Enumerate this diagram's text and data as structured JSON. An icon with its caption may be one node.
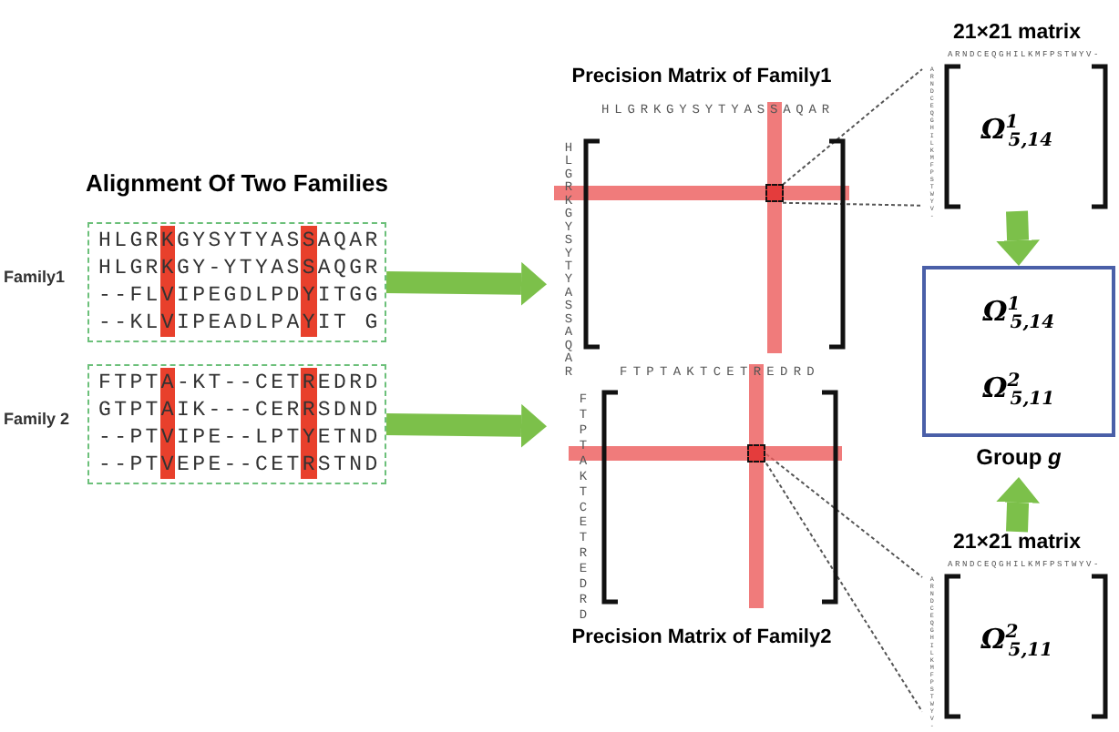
{
  "diagram": {
    "title": "Alignment Of Two Families",
    "nodes": [
      {
        "text": [
          "HLGRKGYSYTYASSAQAR",
          "HLGRKGY-YTYASSAQGR",
          "--FLVIPEGDLPDYITGG",
          "--KLVIPEADLPAYIT G"
        ],
        "beside": [
          "Family1"
        ]
      },
      {
        "text": [
          "FTPTA-KT--CETREDRD",
          "GTPTAIK---CERRSDND",
          "--PTVIPE--LPTYETND",
          "--PTVEPE--CETRSTND"
        ],
        "beside": [
          "Family 2"
        ]
      },
      {
        "text": [
          "Precision Matrix of Family1",
          "HLGRKGYSYTYASSAQAR",
          "HLGRKGYSYTYASSAQAR"
        ]
      },
      {
        "text": [],
        "shape": "box",
        "in": 2
      },
      {
        "text": [
          "FTPTAKTCETREDRD",
          "FTPTAKTCETREDRD",
          "Precision Matrix of Family2"
        ]
      },
      {
        "text": [],
        "shape": "box",
        "in": 4
      },
      {
        "text": [
          "21×21 matrix",
          "ARNDCEQGHILKMFPSTWYV-",
          "ARNDCEQGHILKMFPSTWYV-",
          "Ω$^{1}$$_{5,14}$"
        ]
      },
      {
        "text": [
          "Ω$^{1}$$_{5,14}$",
          "Ω$^{2}$$_{5,11}$"
        ],
        "beside": [
          "Group *g*"
        ]
      },
      {
        "text": [
          "21×21 matrix",
          "ARNDCEQGHILKMFPSTWYV-",
          "ARNDCEQGHILKMFPSTWYV-",
          "Ω$^{2}$$_{5,11}$"
        ]
      }
    ],
    "edges": [
      {
        "from": 0,
        "to": 2,
        "arrow": "to",
        "style": "thick",
        "color": "#7cc04a"
      },
      {
        "from": 1,
        "to": 4,
        "arrow": "to",
        "style": "thick",
        "color": "#7cc04a"
      },
      {
        "from": 3,
        "to": 6,
        "arrow": "none",
        "style": "dashed",
        "color": "#555555"
      },
      {
        "from": 3,
        "to": 6,
        "arrow": "none",
        "style": "dashed",
        "color": "#555555"
      },
      {
        "from": 5,
        "to": 8,
        "arrow": "none",
        "style": "dashed",
        "color": "#555555"
      },
      {
        "from": 5,
        "to": 8,
        "arrow": "none",
        "style": "dashed",
        "color": "#555555"
      },
      {
        "from": 6,
        "to": 7,
        "arrow": "to",
        "style": "thick",
        "color": "#7cc04a"
      },
      {
        "from": 8,
        "to": 7,
        "arrow": "to",
        "style": "thick",
        "color": "#7cc04a"
      }
    ]
  }
}
